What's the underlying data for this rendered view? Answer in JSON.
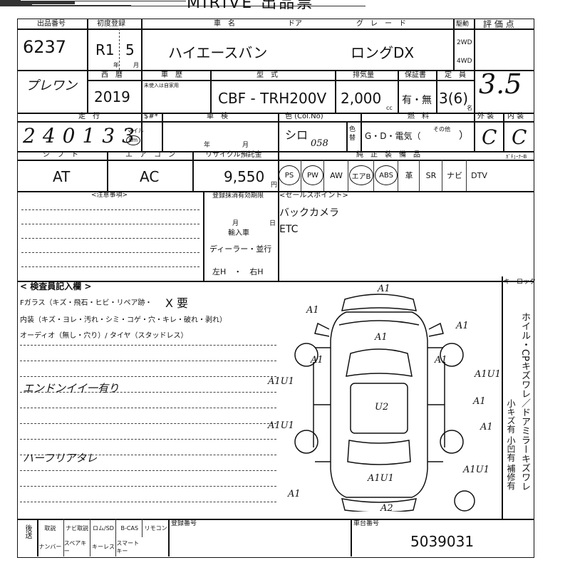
{
  "header": {
    "title": "MIRIVE 出品票"
  },
  "top": {
    "lot_label": "出品番号",
    "lot": "6237",
    "first_reg_label": "初度登録",
    "reg_era": "R1",
    "reg_month": "5",
    "nen": "年",
    "tsuki": "月",
    "model_name_label": "車　名",
    "model_name": "ハイエースバン",
    "door_label": "ドア",
    "grade_label": "グ　レ　ー　ド",
    "grade": "ロングDX",
    "drive_label": "駆動",
    "drive_2wd": "2WD",
    "drive_4wd": "4WD",
    "score_label": "評 価 点",
    "score": "3.5"
  },
  "row2": {
    "nickname": "プレワン",
    "year_label": "西　暦",
    "year": "2019",
    "history_label": "車　歴",
    "history_note": "未使入は自家用",
    "chassis_label": "型　式",
    "chassis": "CBF - TRH200V",
    "cc_label": "排気量",
    "cc": "2,000",
    "cc_unit": "cc",
    "warranty_label": "保証書",
    "warranty": "有・無",
    "capacity_label": "定　員",
    "capacity": "3(6)",
    "mei": "名"
  },
  "row3": {
    "mileage_label": "走　行",
    "mileage": "240133",
    "mileage_unit_mile": "マイル",
    "mileage_unit_km": "km",
    "meter_label": "$#*",
    "inspection_label": "車　検",
    "insp_nen": "年",
    "insp_tsuki": "月",
    "color_label": "色 (Col.No)",
    "color": "シロ",
    "color_no": "058",
    "color_change": "色替",
    "fuel_label": "燃　料",
    "fuel": "G・D・電気（",
    "fuel_other": "その他",
    "fuel_close": "）",
    "exterior_label": "外 装",
    "exterior": "C",
    "interior_label": "内 装",
    "interior": "C"
  },
  "row4": {
    "shift_label": "シ　フ　ト",
    "shift": "AT",
    "ac_label": "エ　ア　コ　ン",
    "ac": "AC",
    "recycle_label": "リサイクル預託金",
    "recycle": "9,550",
    "yen": "円",
    "options_label": "純　正　装　備　品",
    "options": [
      "PS",
      "PW",
      "AW",
      "エアB",
      "ABS",
      "革",
      "SR",
      "ナビ",
      "DTV"
    ],
    "tuner_label": "ｶﾞﾁｭｰﾅｰB"
  },
  "notes": {
    "caution_label": "<注意事項>",
    "reg_date_label": "登録抹消有効期限",
    "reg_tsuki": "月",
    "reg_nichi": "日",
    "import_label": "輸入車",
    "import_dealer": "ディーラー・並行",
    "handle": "左H　・　右H",
    "sales_label": "<セールスポイント>",
    "sales": [
      "バックカメラ",
      "ETC"
    ]
  },
  "inspector": {
    "title": "< 検査員記入欄 >",
    "line1": "Fガラス（キズ・飛石・ヒビ・リペア跡・",
    "line1_mark": "X 要",
    "line2": "内装（キズ・ヨレ・汚れ・シミ・コゲ・穴・キレ・破れ・剥れ）",
    "line3": "オーディオ（無し・穴り）/ タイヤ（スタッドレス）",
    "handwritten": "エンドンイイ一有り",
    "handwritten2": "ハーフリアタレ"
  },
  "keylock": {
    "label": "キーロック",
    "text": "ホイル・CPキズワレ／ドアミラーキズワレ",
    "sub": "小キズ有 小凹有 補修有"
  },
  "diagram_marks": [
    "A1",
    "A1",
    "A1",
    "A1",
    "A1",
    "A1",
    "A1U1",
    "A1U1",
    "A1U1",
    "A1",
    "A1",
    "A1U1",
    "A1U1",
    "A1",
    "U2",
    "A2"
  ],
  "bottom": {
    "post_label": "後送",
    "items_top": [
      "取説",
      "ナビ取説",
      "ロム/SD",
      "B-CAS",
      "リモコン"
    ],
    "items_bottom": [
      "ナンバー",
      "スペアキー",
      "キーレス",
      "スマートキー"
    ],
    "reg_no_label": "登録番号",
    "vin_label": "車台番号",
    "vin": "5039031"
  }
}
